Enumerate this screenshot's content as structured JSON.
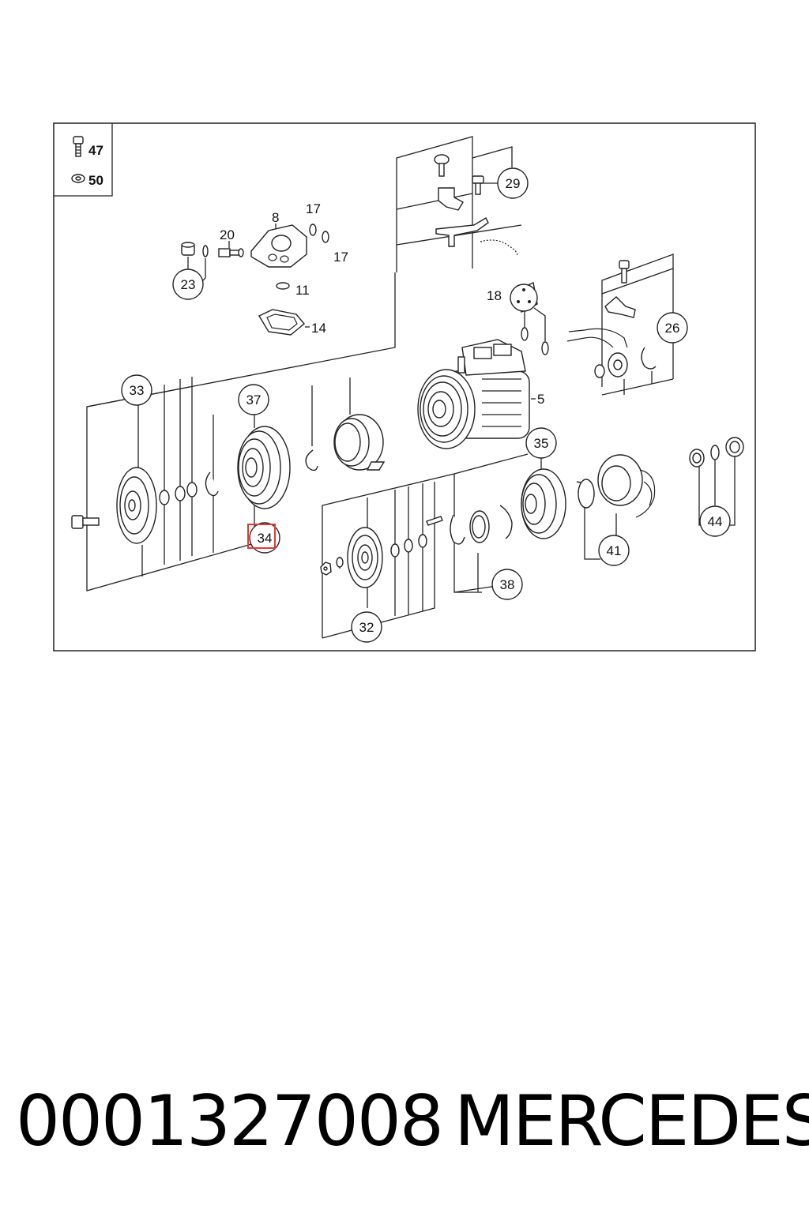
{
  "diagram": {
    "legend": {
      "bolt_label": "47",
      "washer_label": "50"
    },
    "callouts": {
      "c5": "5",
      "c8": "8",
      "c11": "11",
      "c14": "14",
      "c17a": "17",
      "c17b": "17",
      "c18": "18",
      "c20": "20",
      "c23": "23",
      "c26": "26",
      "c29": "29",
      "c32": "32",
      "c33": "33",
      "c34": "34",
      "c35": "35",
      "c37": "37",
      "c38": "38",
      "c41": "41",
      "c44": "44"
    },
    "highlighted_callout": "34",
    "highlight_color": "#e53935"
  },
  "footer": {
    "part_number": "0001327008",
    "brand": "MERCEDES"
  }
}
